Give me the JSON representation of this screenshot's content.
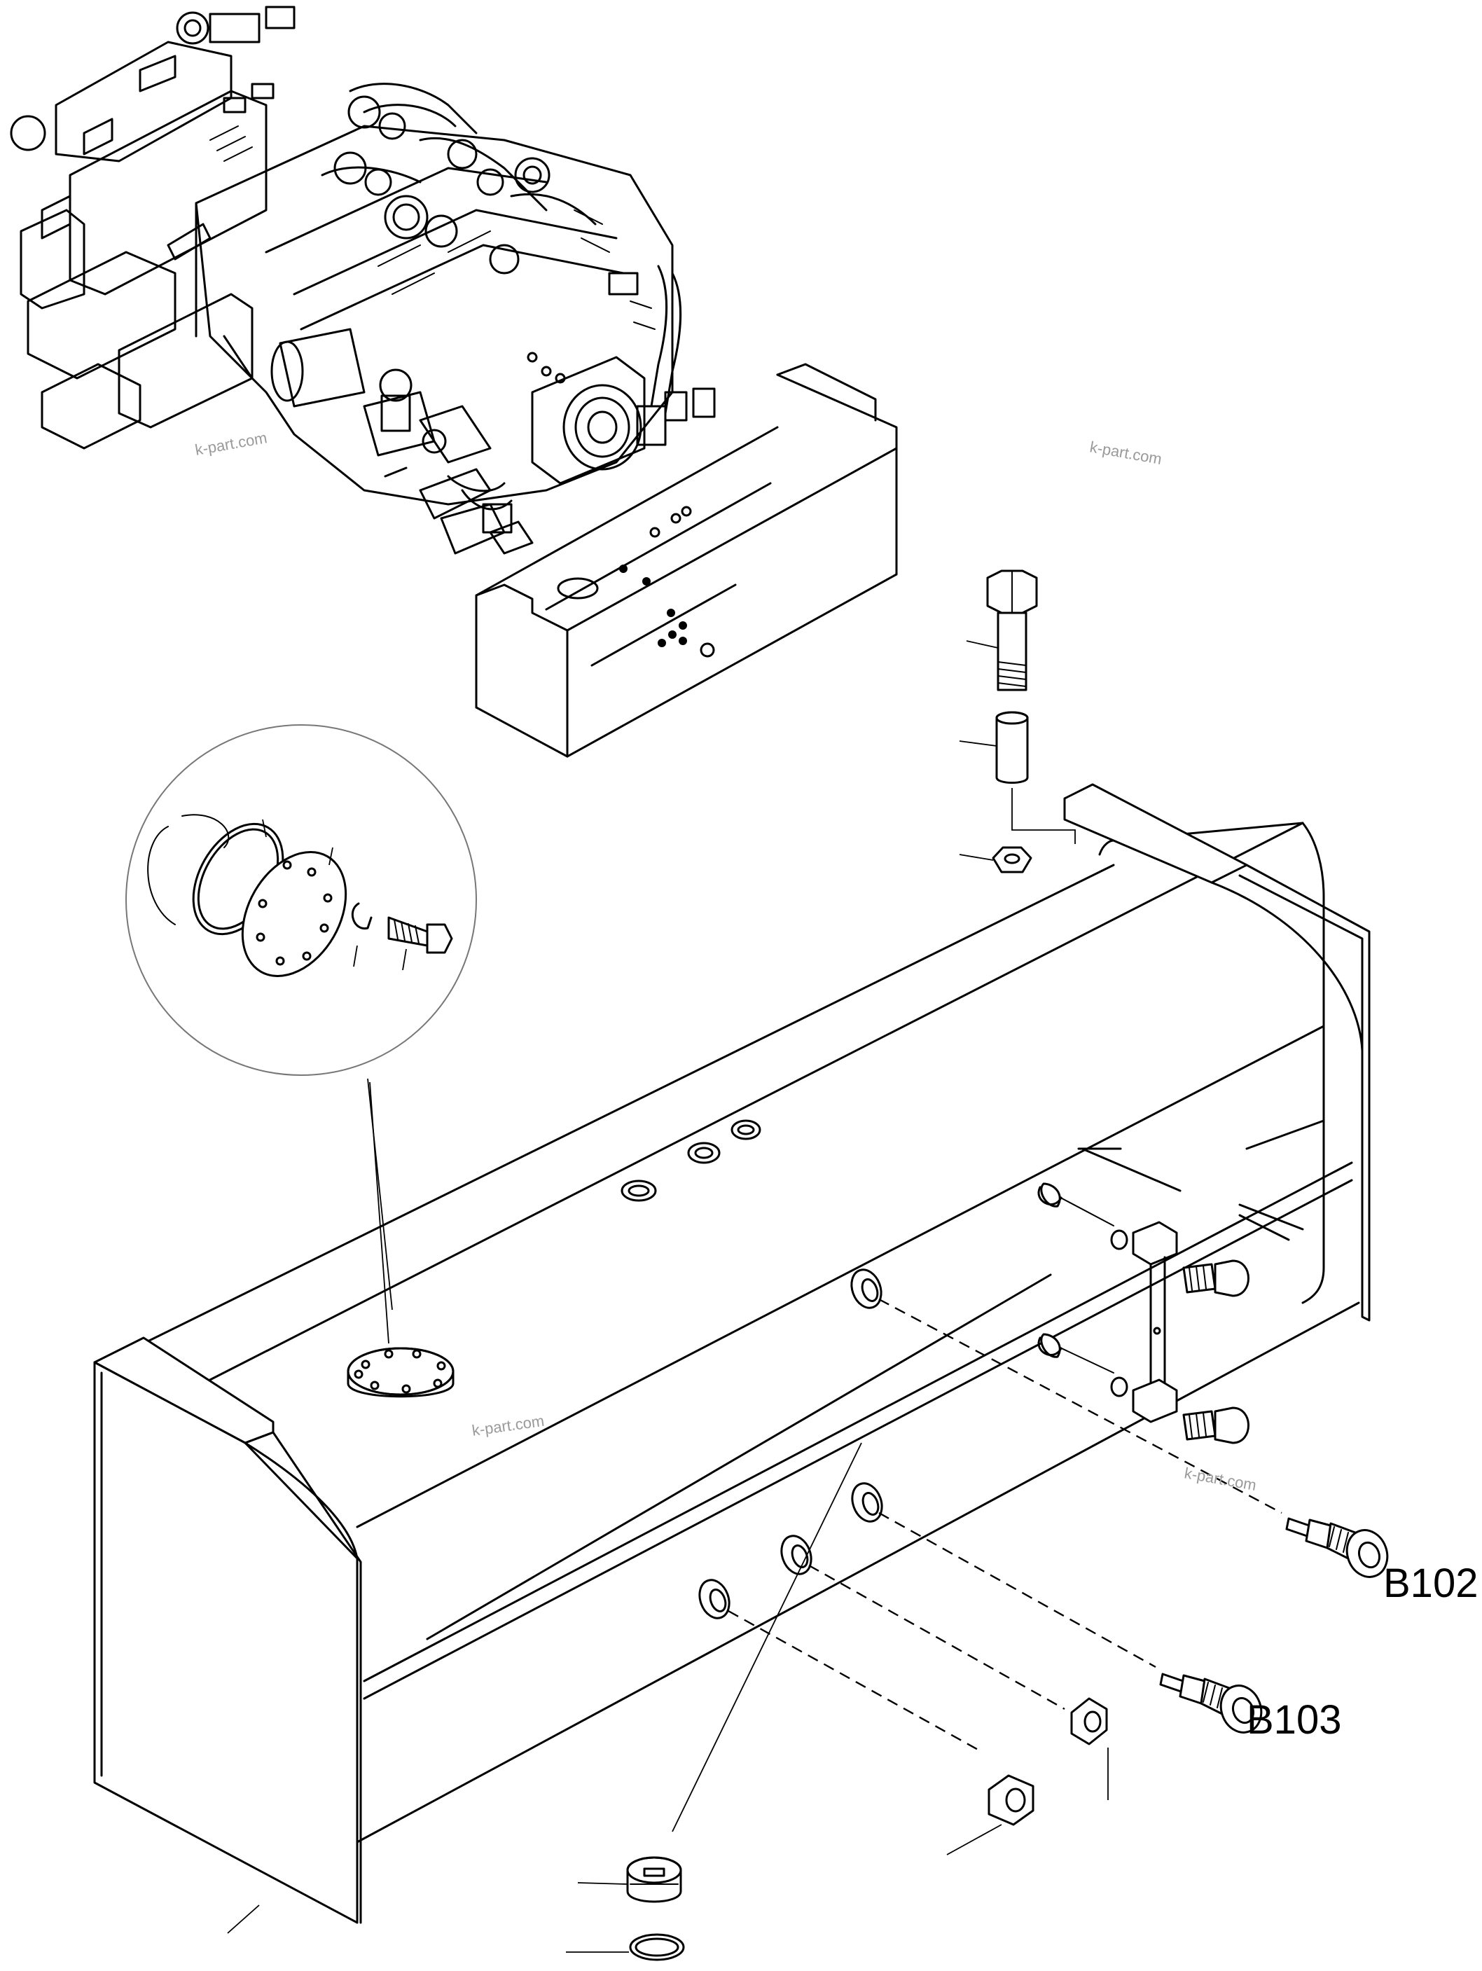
{
  "labels": {
    "b102": "B102",
    "b103": "B103"
  },
  "watermarks": {
    "wm1": "k-part.com",
    "wm2": "k-part.com",
    "wm3": "k-part.com",
    "wm4": "k-part.com"
  },
  "colors": {
    "line": "#000000",
    "background": "#ffffff",
    "callout_outline": "#777777",
    "watermark": "#9a9a9a"
  }
}
